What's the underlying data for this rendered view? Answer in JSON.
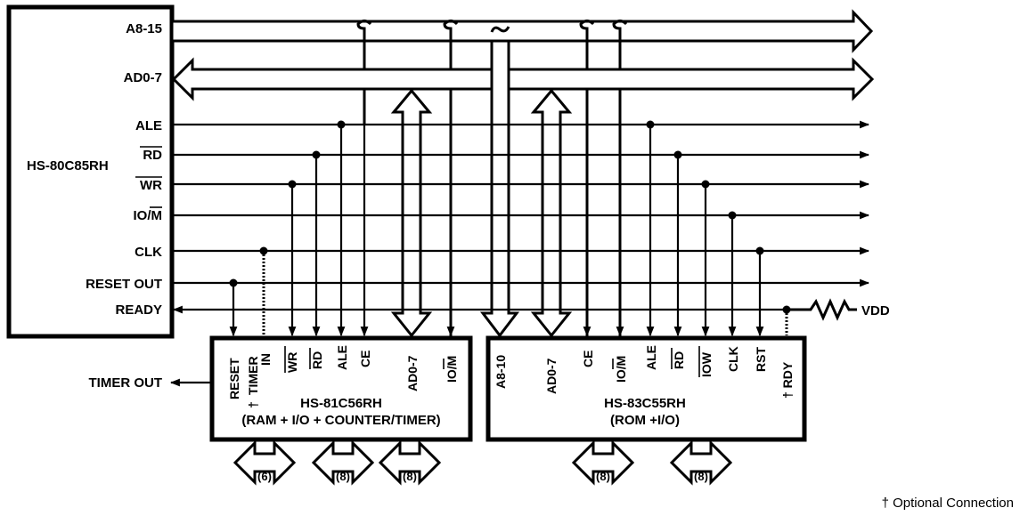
{
  "cpu": {
    "name": "HS-80C85RH",
    "pins": {
      "a8_15": "A8-15",
      "ad0_7": "AD0-7",
      "ale": "ALE",
      "rd": "RD",
      "wr": "WR",
      "io_m_prefix": "IO/",
      "io_m_bar": "M",
      "clk": "CLK",
      "reset_out": "RESET OUT",
      "ready": "READY"
    }
  },
  "ram_chip": {
    "name": "HS-81C56RH",
    "description": "(RAM + I/O + COUNTER/TIMER)",
    "pins": {
      "reset": "RESET",
      "dagger": "†",
      "timer_in_1": "TIMER",
      "timer_in_2": "IN",
      "wr": "WR",
      "rd": "RD",
      "ale": "ALE",
      "ce": "CE",
      "ad0_7": "AD0-7",
      "io_m_prefix": "IO/",
      "io_m_bar": "M"
    },
    "timer_out": "TIMER OUT",
    "ports": [
      "(6)",
      "(8)",
      "(8)"
    ]
  },
  "rom_chip": {
    "name": "HS-83C55RH",
    "description": "(ROM +I/O)",
    "pins": {
      "a8_10": "A8-10",
      "ad0_7": "AD0-7",
      "ce": "CE",
      "io_m_prefix": "IO/",
      "io_m_bar": "M",
      "ale": "ALE",
      "rd": "RD",
      "iow": "IOW",
      "clk": "CLK",
      "rst": "RST",
      "dagger": "†",
      "rdy": "RDY"
    },
    "ports": [
      "(8)",
      "(8)"
    ]
  },
  "vdd": "VDD",
  "footnote": "† Optional Connection"
}
